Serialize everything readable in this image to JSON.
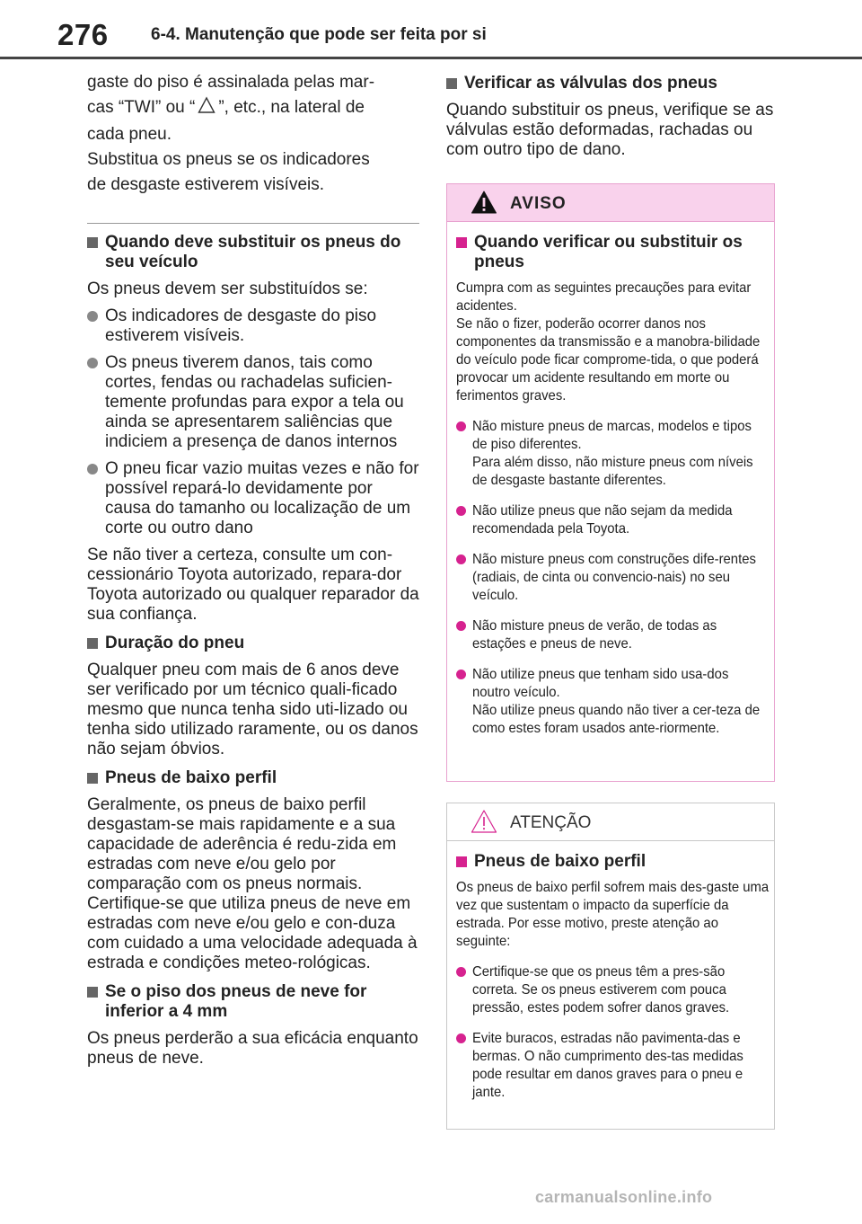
{
  "header": {
    "page_number": "276",
    "section_title": "6-4. Manutenção que pode ser feita por si"
  },
  "left": {
    "intro_line1": "gaste do piso é assinalada pelas mar-",
    "intro_line2a": "cas “TWI” ou “",
    "intro_line2b": "”, etc., na lateral de",
    "intro_line3": "cada pneu.",
    "intro_line4": "Substitua os pneus se os indicadores",
    "intro_line5": "de desgaste estiverem visíveis.",
    "when_replace": {
      "heading": "Quando deve substituir os pneus do seu veículo",
      "lead": "Os pneus devem ser substituídos se:",
      "bullets": [
        "Os indicadores de desgaste do piso estiverem visíveis.",
        "Os pneus tiverem danos, tais como cortes, fendas ou rachadelas suficien-temente profundas para expor a tela ou ainda se apresentarem saliências que indiciem a presença de danos internos",
        "O pneu ficar vazio muitas vezes e não for possível repará-lo devidamente por causa do tamanho ou localização de um corte ou outro dano"
      ],
      "note": "Se não tiver a certeza, consulte um con-cessionário Toyota autorizado, repara-dor Toyota autorizado ou qualquer reparador da sua confiança."
    },
    "tire_life": {
      "heading": "Duração do pneu",
      "text": "Qualquer pneu com mais de 6 anos deve ser verificado por um técnico quali-ficado mesmo que nunca tenha sido uti-lizado ou tenha sido utilizado raramente, ou os danos não sejam óbvios."
    },
    "low_profile": {
      "heading": "Pneus de baixo perfil",
      "text": "Geralmente, os pneus de baixo perfil desgastam-se mais rapidamente e a sua capacidade de aderência é redu-zida em estradas com neve e/ou gelo por comparação com os pneus normais. Certifique-se que utiliza pneus de neve em estradas com neve e/ou gelo e con-duza com cuidado a uma velocidade adequada à estrada e condições meteo-rológicas."
    },
    "snow_tread": {
      "heading": "Se o piso dos pneus de neve for inferior a 4 mm",
      "text": "Os pneus perderão a sua eficácia enquanto pneus de neve."
    }
  },
  "right": {
    "valves": {
      "heading": "Verificar as válvulas dos pneus",
      "text": "Quando substituir os pneus, verifique se as válvulas estão deformadas, rachadas ou com outro tipo de dano."
    },
    "aviso": {
      "label": "AVISO",
      "heading": "Quando verificar ou substituir os pneus",
      "intro": "Cumpra com as seguintes precauções para evitar acidentes.",
      "intro2": "Se não o fizer, poderão ocorrer danos nos componentes da transmissão e a manobra-bilidade do veículo pode ficar comprome-tida, o que poderá provocar um acidente resultando em morte ou ferimentos graves.",
      "bullets": [
        "Não misture pneus de marcas, modelos e tipos de piso diferentes.",
        "Não utilize pneus que não sejam da medida recomendada pela Toyota.",
        "Não misture pneus com construções dife-rentes (radiais, de cinta ou convencio-nais) no seu veículo.",
        "Não misture pneus de verão, de todas as estações e pneus de neve.",
        "Não utilize pneus que tenham sido usa-dos noutro veículo."
      ],
      "bullet1_extra": "Para além disso, não misture pneus com níveis de desgaste bastante diferentes.",
      "bullet5_extra": "Não utilize pneus quando não tiver a cer-teza de como estes foram usados ante-riormente."
    },
    "atencao": {
      "label": "ATENÇÃO",
      "heading": "Pneus de baixo perfil",
      "intro": "Os pneus de baixo perfil sofrem mais des-gaste uma vez que sustentam o impacto da superfície da estrada. Por esse motivo, preste atenção ao seguinte:",
      "bullets": [
        "Certifique-se que os pneus têm a pres-são correta. Se os pneus estiverem com pouca pressão, estes podem sofrer danos graves.",
        "Evite buracos, estradas não pavimenta-das e bermas. O não cumprimento des-tas medidas pode resultar em danos graves para o pneu e jante."
      ]
    }
  },
  "watermark": "carmanualsonline.info",
  "colors": {
    "accent": "#d6228f",
    "aviso_header_bg": "#f9d2ec",
    "aviso_border": "#e8a2cf",
    "atencao_border": "#c8c8c8",
    "text": "#222222"
  },
  "icons": {
    "aviso": "warning-triangle-icon",
    "atencao": "caution-triangle-outline-icon",
    "twi_mark": "triangle-outline-icon"
  }
}
